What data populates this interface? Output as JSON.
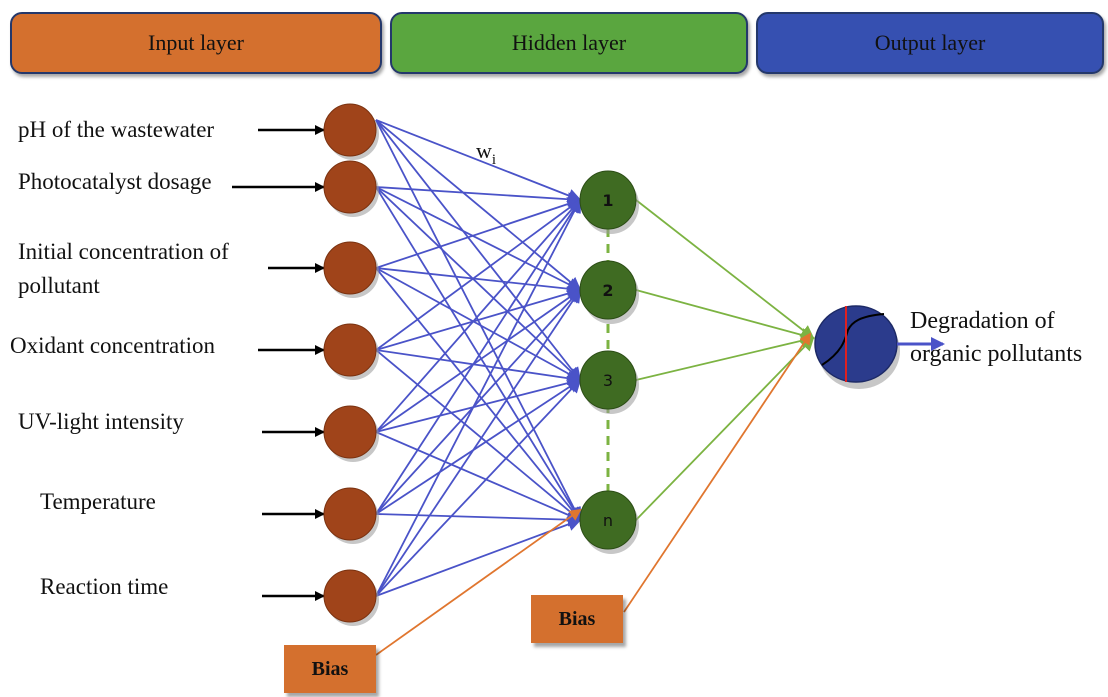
{
  "headers": {
    "input": "Input layer",
    "hidden": "Hidden layer",
    "output": "Output layer"
  },
  "inputs": [
    "pH of the wastewater",
    "Photocatalyst dosage",
    "Initial concentration of",
    "pollutant",
    "Oxidant concentration",
    "UV-light intensity",
    "Temperature",
    "Reaction time"
  ],
  "weight_label": "w",
  "weight_subscript": "i",
  "hidden_nodes": [
    "1",
    "2",
    "3",
    "n"
  ],
  "bias_labels": [
    "Bias",
    "Bias"
  ],
  "output": {
    "line1": "Degradation of",
    "line2": "organic pollutants"
  },
  "colors": {
    "input_node": "#a0441a",
    "hidden_node": "#3f6b22",
    "output_node": "#2b3b8c",
    "input_edges": "#4a53c8",
    "hidden_edges": "#7cb342",
    "bias_edges": "#e0762f"
  }
}
